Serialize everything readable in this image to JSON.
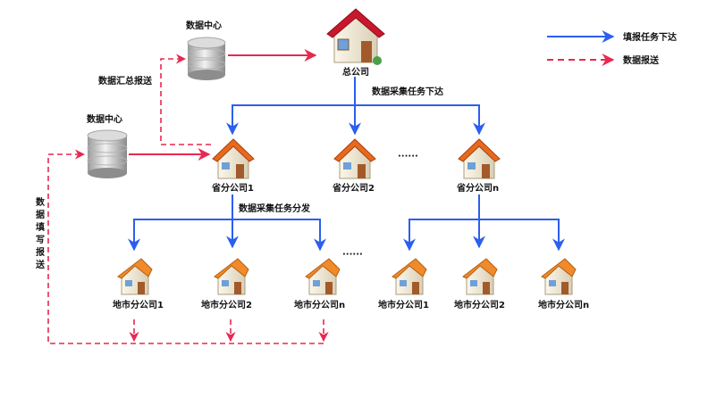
{
  "legend": {
    "task_dispatch": "填报任务下达",
    "data_report": "数据报送"
  },
  "colors": {
    "dispatch": "#2b5ff0",
    "report": "#e8294f",
    "db_arrow": "#e8294f",
    "roof_main": "#c9172c",
    "roof_branch": "#e8691e",
    "roof_city": "#f08a2a",
    "wall": "#f3ecd9",
    "door": "#a35a2b"
  },
  "nodes": {
    "hq": "总公司",
    "db_top": "数据中心",
    "db_left": "数据中心",
    "prov1": "省分公司1",
    "prov2": "省分公司2",
    "provn": "省分公司n",
    "city1": "地市分公司1",
    "city2": "地市分公司2",
    "cityn": "地市分公司n",
    "city1b": "地市分公司1",
    "city2b": "地市分公司2",
    "citynb": "地市分公司n"
  },
  "labels": {
    "summary_report": "数据汇总报送",
    "collect_dispatch": "数据采集任务下达",
    "collect_distribute": "数据采集任务分发",
    "fill_report": "数据填写报送",
    "ellipsis_prov": "······",
    "ellipsis_city": "······"
  }
}
